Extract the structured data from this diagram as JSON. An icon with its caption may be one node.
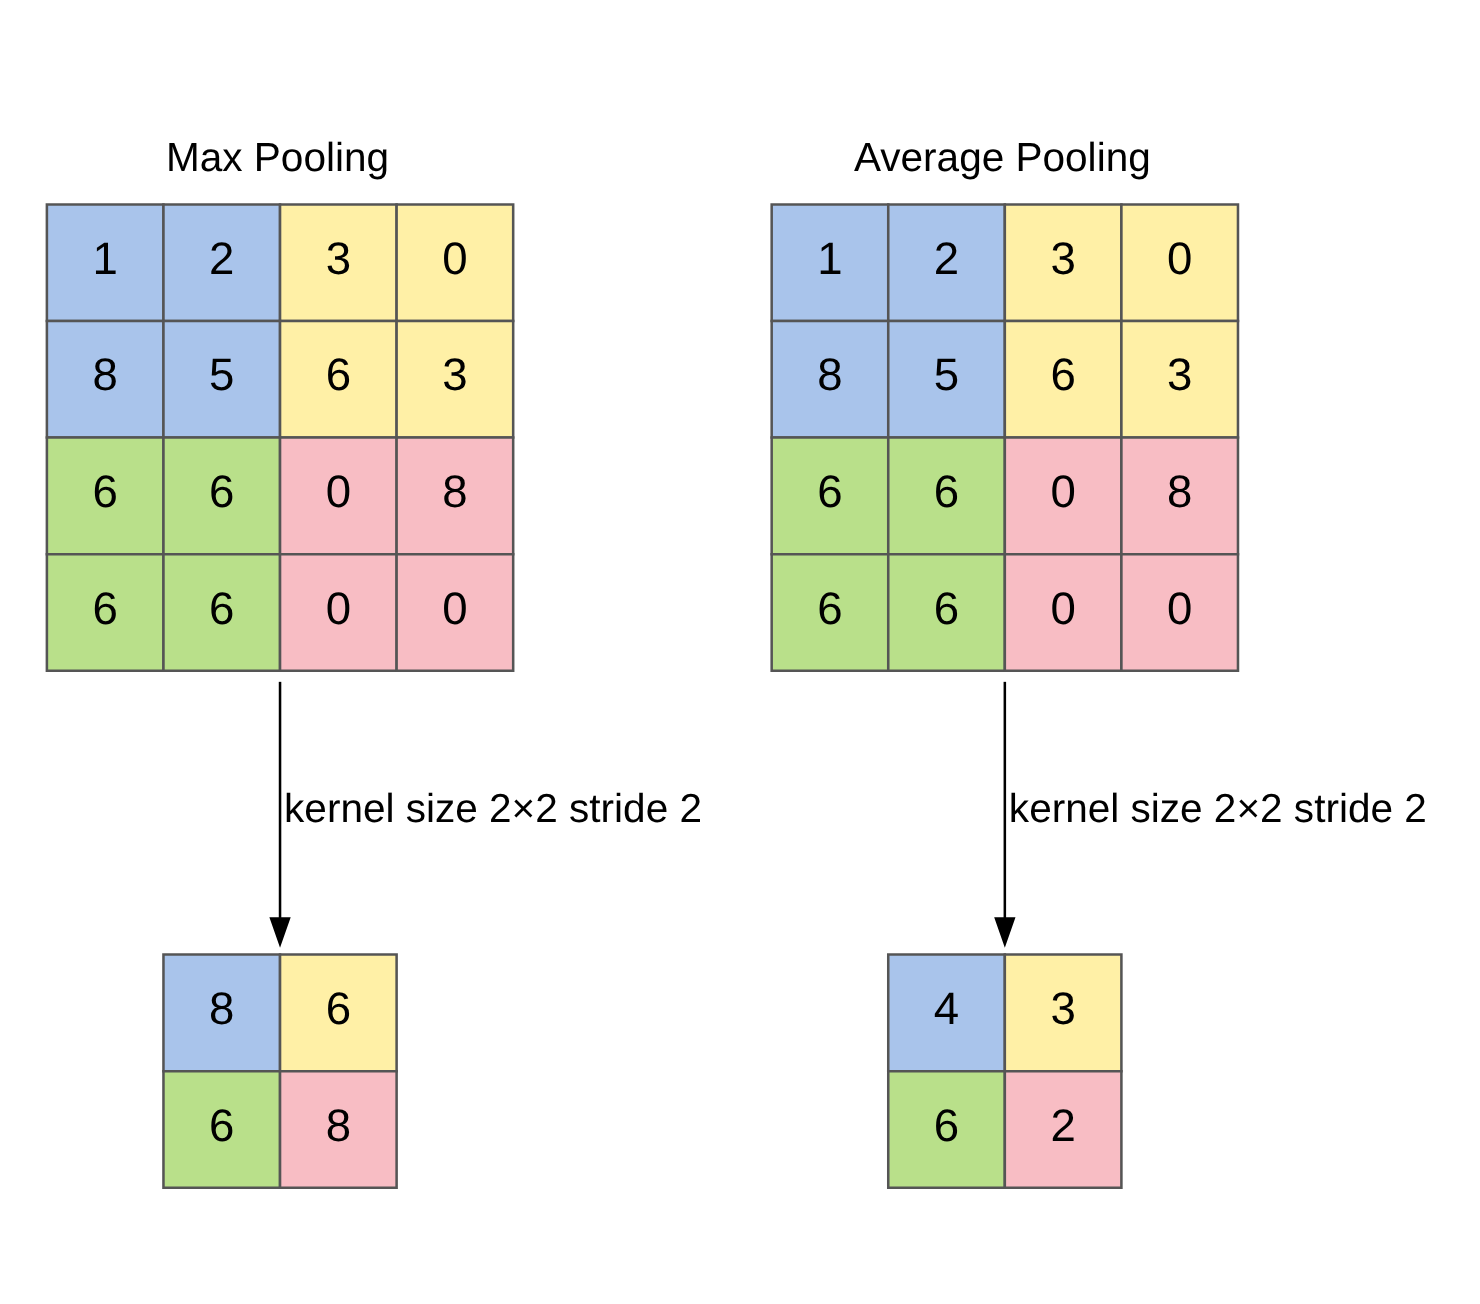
{
  "diagram": {
    "nodes": [
      {
        "text": [
          "Max Pooling",
          "1",
          "2",
          "3",
          "0",
          "8",
          "5",
          "6",
          "3",
          "6",
          "6",
          "0",
          "8",
          "6",
          "6",
          "0",
          "0"
        ]
      },
      {
        "text": [
          "Average Pooling",
          "1",
          "2",
          "3",
          "0",
          "8",
          "5",
          "6",
          "3",
          "6",
          "6",
          "0",
          "8",
          "6",
          "6",
          "0",
          "0"
        ]
      },
      {
        "text": [
          "8",
          "6",
          "6",
          "8"
        ]
      },
      {
        "text": [
          "4",
          "3",
          "6",
          "2"
        ]
      }
    ],
    "edges": [
      {
        "from": 0,
        "to": 2,
        "arrow": "to",
        "label": "kernel size 2×2 stride 2"
      },
      {
        "from": 1,
        "to": 3,
        "arrow": "to",
        "label": "kernel size 2×2 stride 2"
      }
    ]
  }
}
